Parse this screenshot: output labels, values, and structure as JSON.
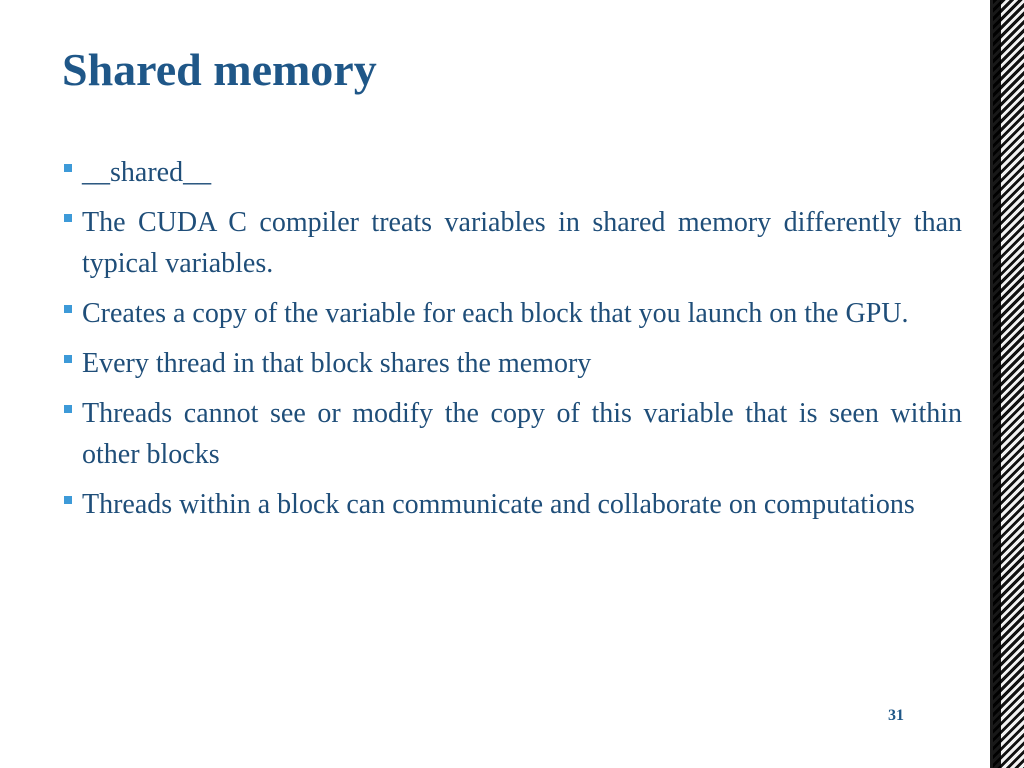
{
  "slide": {
    "title": "Shared memory",
    "bullets": [
      "__shared__",
      "The CUDA C compiler treats variables in shared memory differently than typical variables.",
      "Creates a copy of the variable for each block that you launch on the GPU.",
      "Every thread in that block shares the memory",
      "Threads cannot see or modify the copy of this variable that is seen within other blocks",
      "Threads within a block can communicate and collaborate on computations"
    ],
    "page_number": "31"
  },
  "colors": {
    "title": "#1f5788",
    "body_text": "#1f4e79",
    "bullet_marker": "#3d9ad8"
  },
  "icons": {
    "bullet_marker": "square-bullet-icon"
  }
}
